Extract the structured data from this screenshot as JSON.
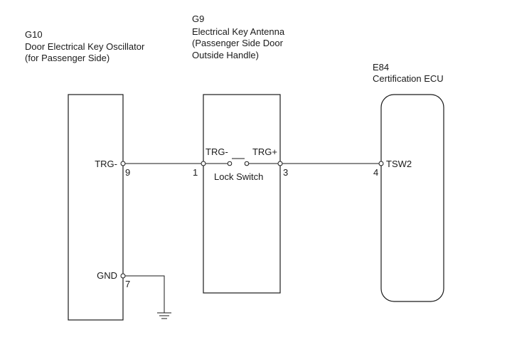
{
  "components": {
    "oscillator": {
      "code": "G10",
      "name_line1": "Door Electrical Key Oscillator",
      "name_line2": "(for Passenger Side)",
      "pins": {
        "trg_minus": {
          "label": "TRG-",
          "number": "9"
        },
        "gnd": {
          "label": "GND",
          "number": "7"
        }
      }
    },
    "antenna": {
      "code": "G9",
      "name_line1": "Electrical Key Antenna",
      "name_line2": "(Passenger Side Door",
      "name_line3": "Outside Handle)",
      "pins": {
        "trg_minus": {
          "label": "TRG-",
          "number": "1"
        },
        "trg_plus": {
          "label": "TRG+",
          "number": "3"
        }
      },
      "switch_label": "Lock Switch"
    },
    "ecu": {
      "code": "E84",
      "name_line1": "Certification ECU",
      "pins": {
        "tsw2": {
          "label": "TSW2",
          "number": "4"
        }
      }
    }
  },
  "colors": {
    "line": "#1a1a1a",
    "background": "#ffffff"
  }
}
